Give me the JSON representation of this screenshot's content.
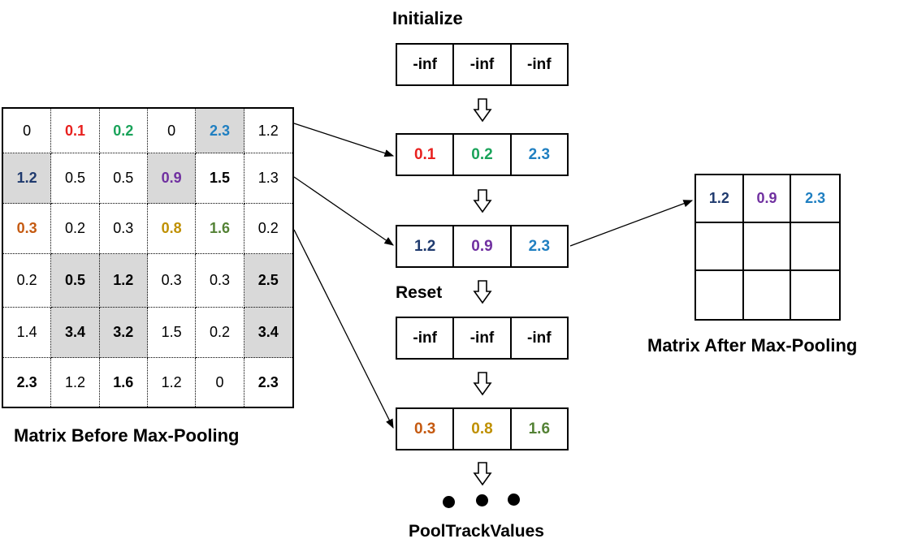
{
  "labels": {
    "initialize": "Initialize",
    "reset": "Reset",
    "before": "Matrix Before Max-Pooling",
    "after": "Matrix After Max-Pooling",
    "pooltrack": "PoolTrackValues"
  },
  "colors": {
    "black": "#000000",
    "red": "#e8211f",
    "green": "#1aa35a",
    "blue": "#1f7fc1",
    "navy": "#1f3a6e",
    "purple": "#7030a0",
    "orange": "#c55a11",
    "gold": "#bf9000",
    "olive": "#548235",
    "highlight": "#d9d9d9"
  },
  "matrix_before": [
    [
      {
        "v": "0"
      },
      {
        "v": "0.1",
        "c": "red",
        "b": true
      },
      {
        "v": "0.2",
        "c": "green",
        "b": true
      },
      {
        "v": "0"
      },
      {
        "v": "2.3",
        "c": "blue",
        "b": true,
        "hl": true
      },
      {
        "v": "1.2"
      }
    ],
    [
      {
        "v": "1.2",
        "c": "navy",
        "b": true,
        "hl": true
      },
      {
        "v": "0.5"
      },
      {
        "v": "0.5"
      },
      {
        "v": "0.9",
        "c": "purple",
        "b": true,
        "hl": true
      },
      {
        "v": "1.5",
        "b": true
      },
      {
        "v": "1.3"
      }
    ],
    [
      {
        "v": "0.3",
        "c": "orange",
        "b": true
      },
      {
        "v": "0.2"
      },
      {
        "v": "0.3"
      },
      {
        "v": "0.8",
        "c": "gold",
        "b": true
      },
      {
        "v": "1.6",
        "c": "olive",
        "b": true
      },
      {
        "v": "0.2"
      }
    ],
    [
      {
        "v": "0.2"
      },
      {
        "v": "0.5",
        "b": true,
        "hl": true
      },
      {
        "v": "1.2",
        "b": true,
        "hl": true
      },
      {
        "v": "0.3"
      },
      {
        "v": "0.3"
      },
      {
        "v": "2.5",
        "b": true,
        "hl": true
      }
    ],
    [
      {
        "v": "1.4"
      },
      {
        "v": "3.4",
        "b": true,
        "hl": true
      },
      {
        "v": "3.2",
        "b": true,
        "hl": true
      },
      {
        "v": "1.5"
      },
      {
        "v": "0.2"
      },
      {
        "v": "3.4",
        "b": true,
        "hl": true
      }
    ],
    [
      {
        "v": "2.3",
        "b": true
      },
      {
        "v": "1.2"
      },
      {
        "v": "1.6",
        "b": true
      },
      {
        "v": "1.2"
      },
      {
        "v": "0"
      },
      {
        "v": "2.3",
        "b": true
      }
    ]
  ],
  "tracks": [
    {
      "name": "init",
      "cells": [
        {
          "v": "-inf"
        },
        {
          "v": "-inf"
        },
        {
          "v": "-inf"
        }
      ]
    },
    {
      "name": "step1",
      "cells": [
        {
          "v": "0.1",
          "c": "red"
        },
        {
          "v": "0.2",
          "c": "green"
        },
        {
          "v": "2.3",
          "c": "blue"
        }
      ]
    },
    {
      "name": "step2",
      "cells": [
        {
          "v": "1.2",
          "c": "navy"
        },
        {
          "v": "0.9",
          "c": "purple"
        },
        {
          "v": "2.3",
          "c": "blue"
        }
      ]
    },
    {
      "name": "reset",
      "cells": [
        {
          "v": "-inf"
        },
        {
          "v": "-inf"
        },
        {
          "v": "-inf"
        }
      ]
    },
    {
      "name": "step3",
      "cells": [
        {
          "v": "0.3",
          "c": "orange"
        },
        {
          "v": "0.8",
          "c": "gold"
        },
        {
          "v": "1.6",
          "c": "olive"
        }
      ]
    }
  ],
  "matrix_after": [
    [
      {
        "v": "1.2",
        "c": "navy"
      },
      {
        "v": "0.9",
        "c": "purple"
      },
      {
        "v": "2.3",
        "c": "blue"
      }
    ],
    [
      {
        "v": ""
      },
      {
        "v": ""
      },
      {
        "v": ""
      }
    ],
    [
      {
        "v": ""
      },
      {
        "v": ""
      },
      {
        "v": ""
      }
    ]
  ]
}
